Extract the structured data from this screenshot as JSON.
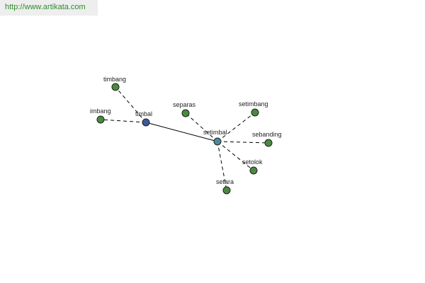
{
  "source": {
    "url": "http://www.artikata.com"
  },
  "graph": {
    "colors": {
      "synonym_node": "#4a8a3f",
      "root_node": "#3f5a9a",
      "hub_node": "#4a8a9a",
      "edge": "#000000"
    },
    "nodes": [
      {
        "id": "timbal",
        "label": "timbal",
        "kind": "root"
      },
      {
        "id": "setimbal",
        "label": "setimbal",
        "kind": "hub"
      },
      {
        "id": "timbang",
        "label": "timbang",
        "kind": "synonym"
      },
      {
        "id": "imbang",
        "label": "imbang",
        "kind": "synonym"
      },
      {
        "id": "separas",
        "label": "separas",
        "kind": "synonym"
      },
      {
        "id": "setimbang",
        "label": "setimbang",
        "kind": "synonym"
      },
      {
        "id": "sebanding",
        "label": "sebanding",
        "kind": "synonym"
      },
      {
        "id": "setolok",
        "label": "setolok",
        "kind": "synonym"
      },
      {
        "id": "setara",
        "label": "setara",
        "kind": "synonym"
      }
    ],
    "edges": [
      {
        "from": "timbal",
        "to": "setimbal",
        "style": "solid"
      },
      {
        "from": "timbal",
        "to": "timbang",
        "style": "dashed"
      },
      {
        "from": "timbal",
        "to": "imbang",
        "style": "dashed"
      },
      {
        "from": "setimbal",
        "to": "separas",
        "style": "dashed"
      },
      {
        "from": "setimbal",
        "to": "setimbang",
        "style": "dashed"
      },
      {
        "from": "setimbal",
        "to": "sebanding",
        "style": "dashed"
      },
      {
        "from": "setimbal",
        "to": "setolok",
        "style": "dashed"
      },
      {
        "from": "setimbal",
        "to": "setara",
        "style": "dashed"
      }
    ]
  }
}
